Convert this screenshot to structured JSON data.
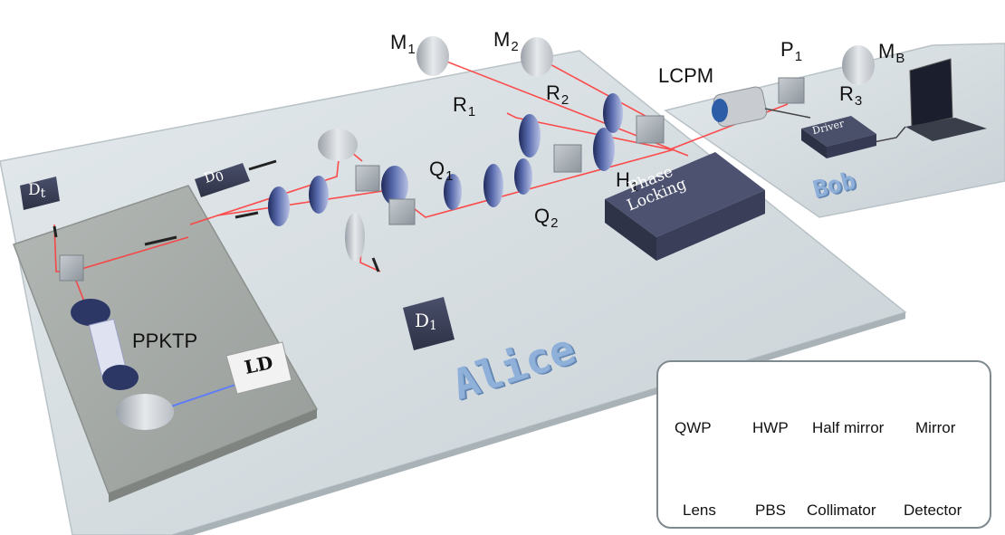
{
  "labels": {
    "m1": "M",
    "m1_sub": "1",
    "m2": "M",
    "m2_sub": "2",
    "mb": "M",
    "mb_sub": "B",
    "r1": "R",
    "r1_sub": "1",
    "r2": "R",
    "r2_sub": "2",
    "r3": "R",
    "r3_sub": "3",
    "p1": "P",
    "p1_sub": "1",
    "q1": "Q",
    "q1_sub": "1",
    "q2": "Q",
    "q2_sub": "2",
    "h1": "H",
    "h1_sub": "1",
    "lcpm": "LCPM",
    "ppktp": "PPKTP"
  },
  "boxes": {
    "ld": "LD",
    "dt": "D",
    "dt_sub": "t",
    "d0": "D",
    "d0_sub": "0",
    "d1": "D",
    "d1_sub": "1",
    "phase_locking_1": "Phase",
    "phase_locking_2": "Locking",
    "driver": "Driver"
  },
  "regions": {
    "alice": "Alice",
    "bob": "Bob"
  },
  "legend": {
    "items": [
      "QWP",
      "HWP",
      "Half mirror",
      "Mirror",
      "Lens",
      "PBS",
      "Collimator",
      "Detector"
    ]
  },
  "colors": {
    "table": "#d6dde1",
    "sub_table": "#a7aca9",
    "optic_blue": "#3f4f8a",
    "laser_red": "#ff3c3c",
    "pump_blue": "#4f6fff",
    "dark_box": "#3b3f58",
    "alice_blue": "#8fb0d8"
  }
}
